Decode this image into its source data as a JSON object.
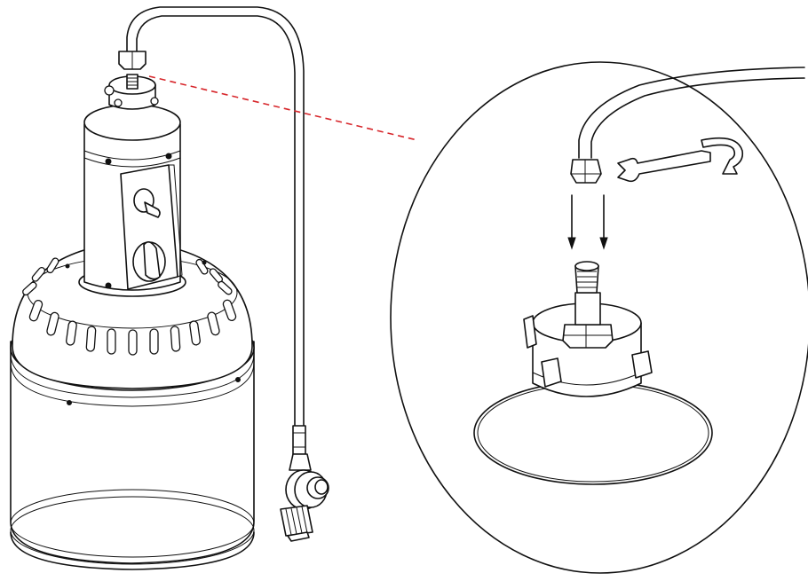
{
  "figure": {
    "components": [
      "heater-body",
      "control-head",
      "gas-hose",
      "pressure-regulator",
      "detail-callout",
      "hose-nut",
      "inlet-fitting",
      "wrench"
    ],
    "colors": {
      "outline": "#111111",
      "background": "#ffffff",
      "leader_line": "#d7262b"
    },
    "icons": [
      "wrench-icon",
      "rotate-arrow-icon",
      "down-arrow-icon"
    ]
  }
}
